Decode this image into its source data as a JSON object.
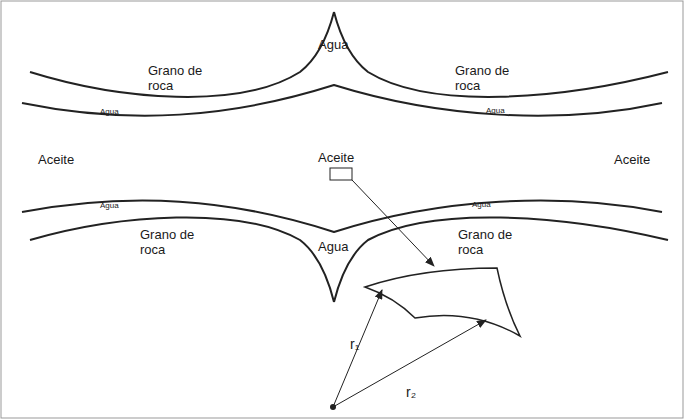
{
  "diagram": {
    "labels": [
      "Grano de roca",
      "Grano de roca",
      "Agua",
      "Agua",
      "Agua",
      "Aceite",
      "Aceite",
      "Aceite",
      "Agua",
      "Agua",
      "Agua",
      "Grano de roca",
      "Grano de roca",
      "r₁",
      "r₂"
    ]
  }
}
